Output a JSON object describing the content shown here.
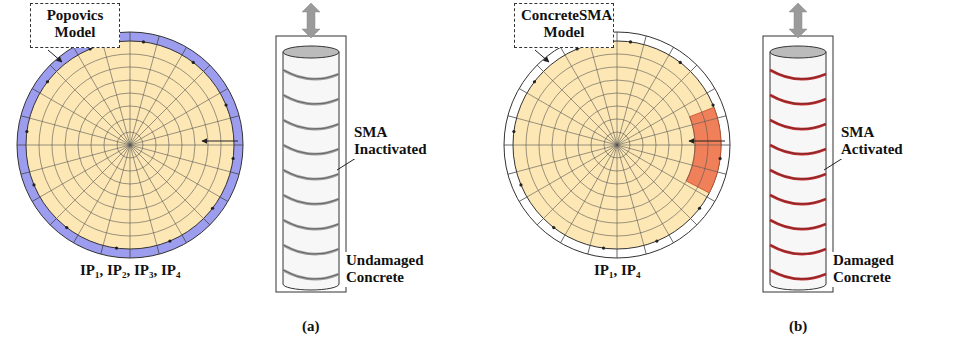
{
  "diagram": {
    "nodes": [
      {
        "text": [
          "Popovics Model"
        ]
      },
      {
        "text": [
          "ConcreteSMA Model"
        ]
      }
    ],
    "labels": [
      "IP₁, IP₂, IP₃, IP₄",
      "SMA Inactivated",
      "Undamaged Concrete",
      "(a)",
      "IP₁, IP₄",
      "SMA Activated",
      "Damaged Concrete",
      "(b)"
    ]
  }
}
